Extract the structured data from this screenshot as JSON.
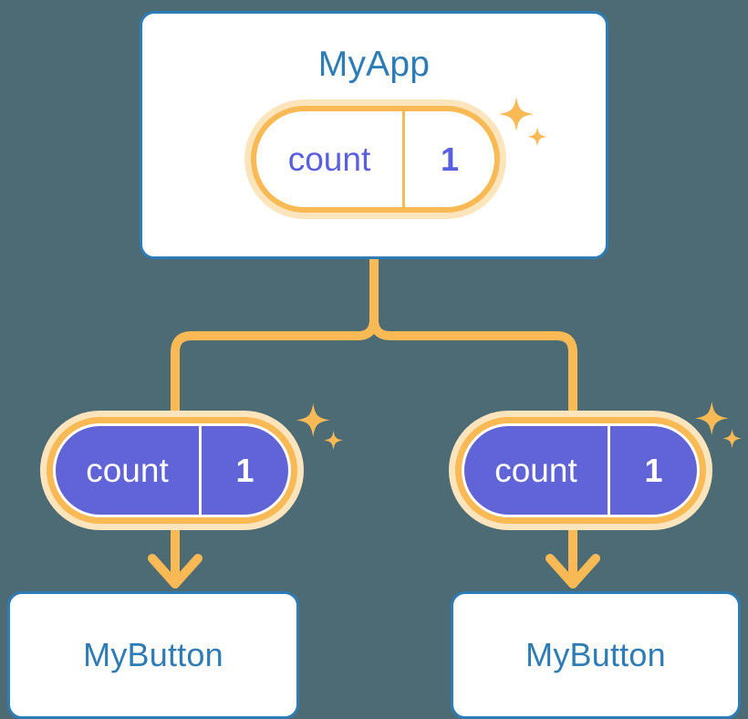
{
  "theme": {
    "background": "#4d6b74",
    "card_border": "#2e7cb5",
    "card_fill": "#ffffff",
    "text_blue": "#2e7cb5",
    "accent_orange": "#f9b954",
    "accent_orange_pale": "#fce5bd",
    "state_purple": "#6064d6",
    "state_text_purple": "#5a5fe0",
    "state_text_white": "#ffffff"
  },
  "diagram": {
    "type": "component-state-tree",
    "root": {
      "title": "MyApp",
      "state": {
        "key": "count",
        "value": "1"
      }
    },
    "children": [
      {
        "state": {
          "key": "count",
          "value": "1"
        },
        "title": "MyButton"
      },
      {
        "state": {
          "key": "count",
          "value": "1"
        },
        "title": "MyButton"
      }
    ]
  },
  "sparkles": {
    "top": "sparkle-icon",
    "mid_left": "sparkle-icon",
    "mid_right": "sparkle-icon"
  }
}
